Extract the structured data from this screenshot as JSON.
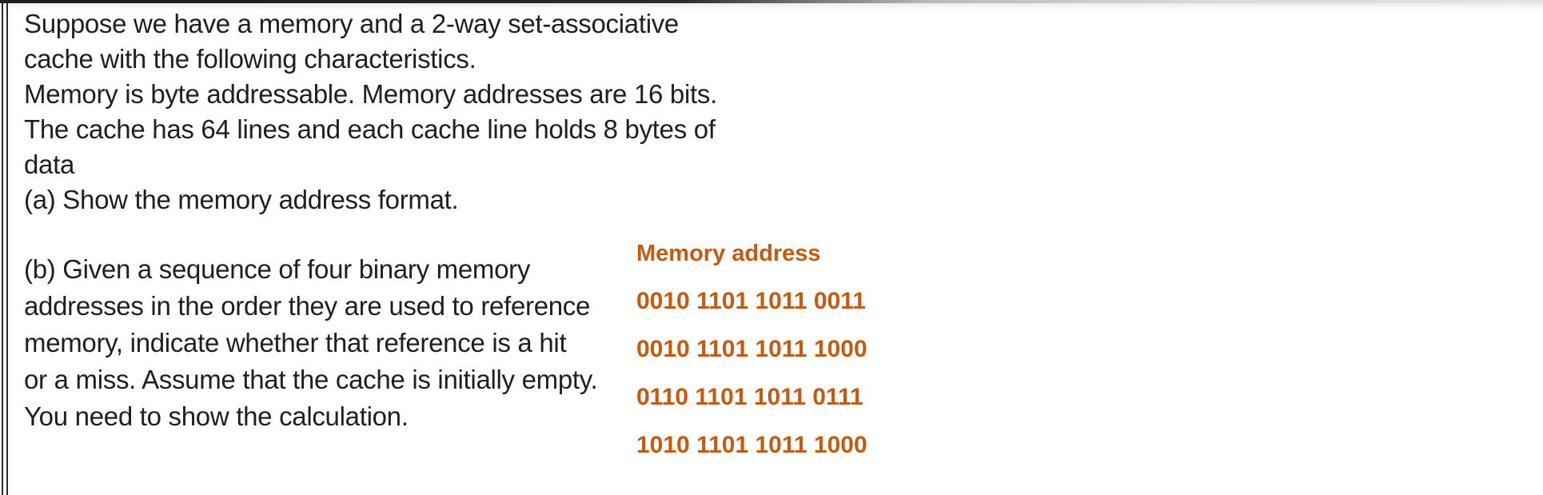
{
  "problem": {
    "statement_lines": [
      "Suppose we have a memory and a 2-way set-associative",
      "cache with the following characteristics.",
      "Memory is byte addressable. Memory addresses are 16 bits.",
      "The cache has 64 lines and each cache line holds 8 bytes of",
      "data",
      "(a) Show the memory address format."
    ],
    "part_b_lines": [
      "(b) Given a sequence of four binary memory",
      "addresses in the order they are used to reference",
      "memory, indicate whether that reference is a hit",
      "or a miss. Assume that the cache is initially empty.",
      "You need to show the calculation."
    ]
  },
  "memory_addresses": {
    "heading": "Memory address",
    "items": [
      "0010 1101 1011 0011",
      "0010 1101 1011 1000",
      "0110 1101 1011 0111",
      "1010 1101 1011 1000"
    ]
  },
  "colors": {
    "body_text": "#1f1f1f",
    "accent_orange": "#C55A11",
    "background": "#ffffff",
    "border_dark": "#2a2a2a"
  }
}
